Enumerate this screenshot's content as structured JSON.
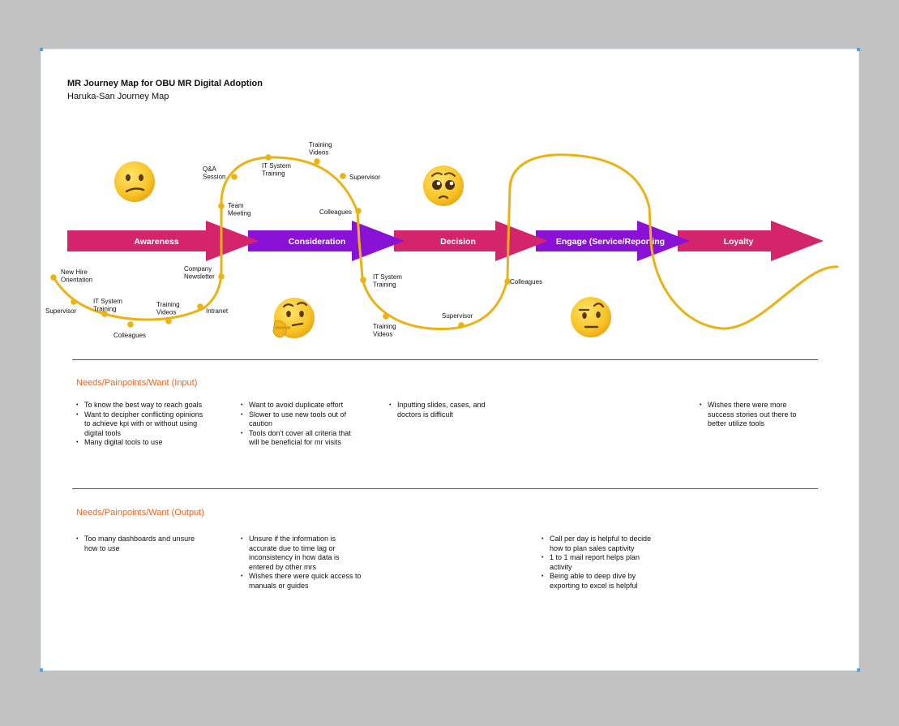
{
  "header": {
    "title": "MR Journey Map for OBU MR Digital Adoption",
    "subtitle": "Haruka-San Journey Map"
  },
  "stages": [
    {
      "label": "Awareness",
      "color": "#d4246b"
    },
    {
      "label": "Consideration",
      "color": "#8a12d6"
    },
    {
      "label": "Decision",
      "color": "#d4246b"
    },
    {
      "label": "Engage (Service/Reporting",
      "color": "#8a12d6"
    },
    {
      "label": "Loyalty",
      "color": "#d4246b"
    }
  ],
  "path_color": "#ebb214",
  "touchpoints": [
    "New Hire\nOrientation",
    "Supervisor",
    "IT System\nTraining",
    "Colleagues",
    "Training\nVideos",
    "Intranet",
    "Company\nNewsletter",
    "Team\nMeeting",
    "Q&A\nSession",
    "IT System\nTraining",
    "Training\nVideos",
    "Supervisor",
    "Colleagues",
    "IT System\nTraining",
    "Training\nVideos",
    "Supervisor",
    "Colleagues"
  ],
  "emotions": [
    {
      "name": "confused-face-icon"
    },
    {
      "name": "thinking-face-icon"
    },
    {
      "name": "pleading-face-icon"
    },
    {
      "name": "raised-eyebrow-face-icon"
    }
  ],
  "input_section": {
    "title": "Needs/Painpoints/Want (Input)",
    "columns": [
      [
        "To know the best way to reach goals",
        "Want to decipher conflicting opinions to achieve kpi with or without using digital tools",
        "Many digital tools to use"
      ],
      [
        "Want to avoid duplicate effort",
        "Slower to use new tools out of caution",
        "Tools don't cover all criteria that will be beneficial for mr visits"
      ],
      [
        "Inputting slides, cases, and doctors is difficult"
      ],
      [
        "Wishes there were more success stories out there to better utilize tools"
      ]
    ]
  },
  "output_section": {
    "title": "Needs/Painpoints/Want (Output)",
    "columns": [
      [
        "Too many dashboards and unsure how to use"
      ],
      [
        "Unsure if the information is accurate due to time lag or inconsistency in how data is entered by other mrs",
        "Wishes there were quick access to manuals or guides"
      ],
      [
        "Call per day is helpful to decide how to plan sales captivity",
        "1 to 1 mail report helps plan activity",
        "Being able to deep dive by exporting to excel is helpful"
      ]
    ]
  }
}
